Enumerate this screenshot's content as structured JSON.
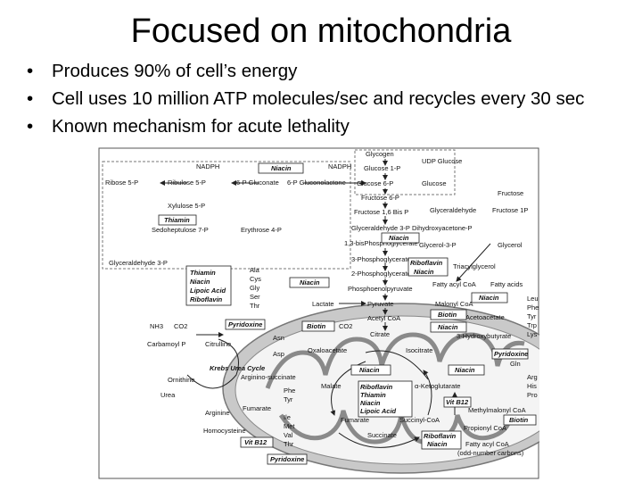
{
  "slide": {
    "title": "Focused on mitochondria",
    "bullet_char": "•",
    "bullets": [
      "Produces 90% of cell’s energy",
      "Cell uses 10 million ATP molecules/sec and recycles every 30 sec",
      "Known mechanism for acute lethality"
    ]
  },
  "diagram": {
    "labels": {
      "glycogen": "Glycogen",
      "udp_glucose": "UDP Glucose",
      "glucose_1p": "Glucose 1-P",
      "glucose": "Glucose",
      "glucose_6p": "Glucose 6-P",
      "fructose_6p": "Fructose 6-P",
      "fructose_16bp": "Fructose 1,6 Bis P",
      "glyceraldehyde_3p": "Glyceraldehyde 3-P",
      "dihydroxyacetone_p": "Dihydroxyacetone-P",
      "bisphosphoglycerate": "1,3-bisPhosphoglycerate",
      "phosphoglycerate_3": "3-Phosphoglycerate",
      "phosphoglycerate_2": "2-Phosphoglycerate",
      "phosphoenolpyruvate": "Phosphoenolpyruvate",
      "pyruvate": "Pyruvate",
      "lactate": "Lactate",
      "acetyl_coa": "Acetyl CoA",
      "citrate": "Citrate",
      "isocitrate": "Isocitrate",
      "oxaloacetate": "Oxaloacetate",
      "malate": "Malate",
      "fumarate": "Fumarate",
      "succinate": "Succinate",
      "succinyl_coa": "Succinyl-CoA",
      "alpha_ketoglutarate": "α-Ketoglutarate",
      "methylmalonyl_coa": "Methylmalonyl CoA",
      "propionyl_coa": "Propionyl CoA",
      "fatty_acyl_coa_odd": "Fatty acyl CoA",
      "odd_number_carbons": "(odd-number carbons)",
      "ribose_5p": "Ribose 5-P",
      "ribulose_5p": "Ribulose 5-P",
      "xylulose_5p": "Xylulose 5-P",
      "sedoheptulose_7p": "Sedoheptulose 7-P",
      "erythrose_4p": "Erythrose 4-P",
      "gluconate_6p": "6-P Gluconate",
      "gluconolactone_6p": "6-P Gluconolactone",
      "nadph_1": "NADPH",
      "nadph_2": "NADPH",
      "glyceraldehyde_3p_left": "Glyceraldehyde 3-P",
      "fructose": "Fructose",
      "fructose_1p": "Fructose 1P",
      "glyceraldehyde": "Glyceraldehyde",
      "glycerol_3p": "Glycerol-3-P",
      "glycerol": "Glycerol",
      "triacylglycerol": "Triacylglycerol",
      "fatty_acyl_coa": "Fatty acyl CoA",
      "fatty_acids": "Fatty acids",
      "malonyl_coa": "Malonyl CoA",
      "acetoacetate": "Acetoacetate",
      "hydroxybutyrate": "3-Hydroxybutyrate",
      "nh3": "NH3",
      "co2": "CO2",
      "carbamoyl_p": "Carbamoyl P",
      "citrulline": "Citrulline",
      "ornithine": "Ornithine",
      "urea": "Urea",
      "arginine": "Arginine",
      "argininosuccinate": "Arginino-succinate",
      "fumarate_urea": "Fumarate",
      "homocysteine": "Homocysteine",
      "krebs_urea_cycle": "Krebs Urea Cycle",
      "co2_mito": "CO2"
    },
    "amino_acids": {
      "group_ala": [
        "Ala",
        "Cys",
        "Gly",
        "Ser",
        "Thr"
      ],
      "group_asn": [
        "Asn",
        "Asp"
      ],
      "group_leu": [
        "Leu",
        "Phe",
        "Tyr",
        "Trp",
        "Lys"
      ],
      "group_gln": [
        "Gln"
      ],
      "group_arg": [
        "Arg",
        "His",
        "Pro"
      ],
      "group_phe": [
        "Phe",
        "Tyr"
      ],
      "group_ile": [
        "Ile",
        "Met",
        "Val",
        "Thr"
      ]
    },
    "cofactors": {
      "niacin_top": "Niacin",
      "thiamin_ppp": "Thiamin",
      "niacin_gap": "Niacin",
      "riboflavin_fa": "Riboflavin",
      "niacin_fa": "Niacin",
      "niacin_pep": "Niacin",
      "biotin_pyr": "Biotin",
      "niacin_malonyl": "Niacin",
      "biotin_malonyl": "Biotin",
      "niacin_acetyl": "Niacin",
      "pyridoxine_aa": "Pyridoxine",
      "pyridoxine_gln": "Pyridoxine",
      "biotin_oaa": "Biotin",
      "niacin_isocit": "Niacin",
      "niacin_akg": "Niacin",
      "vit_b12_mm": "Vit B12",
      "biotin_prop": "Biotin",
      "riboflavin_sdh": "Riboflavin",
      "niacin_sdh": "Niacin",
      "vit_b12_homocys": "Vit B12",
      "pyridoxine_bottom": "Pyridoxine",
      "pdh_group": [
        "Thiamin",
        "Niacin",
        "Lipoic Acid",
        "Riboflavin"
      ],
      "akgdh_group": [
        "Riboflavin",
        "Thiamin",
        "Niacin",
        "Lipoic Acid"
      ]
    }
  }
}
